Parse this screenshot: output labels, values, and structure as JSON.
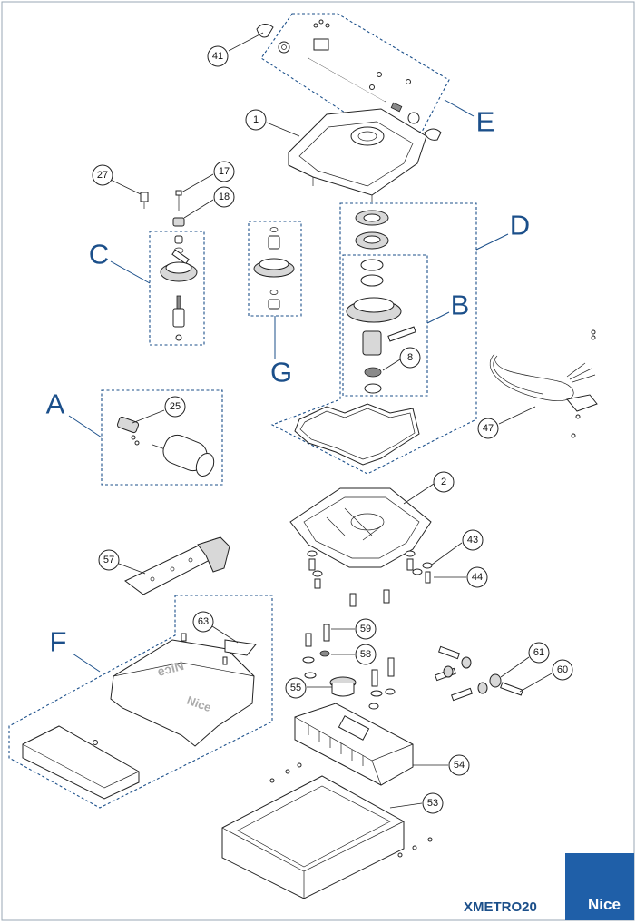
{
  "model_code": "XMETRO20",
  "brand": "Nice",
  "colors": {
    "accent": "#1b4f8a",
    "brand_block": "#1f5fa8",
    "line": "#222222"
  },
  "groups": [
    {
      "id": "A",
      "label": "A"
    },
    {
      "id": "B",
      "label": "B"
    },
    {
      "id": "C",
      "label": "C"
    },
    {
      "id": "D",
      "label": "D"
    },
    {
      "id": "E",
      "label": "E"
    },
    {
      "id": "F",
      "label": "F"
    },
    {
      "id": "G",
      "label": "G"
    }
  ],
  "callouts": [
    "41",
    "1",
    "27",
    "17",
    "18",
    "8",
    "25",
    "47",
    "2",
    "43",
    "44",
    "57",
    "63",
    "59",
    "58",
    "55",
    "61",
    "60",
    "54",
    "53"
  ]
}
